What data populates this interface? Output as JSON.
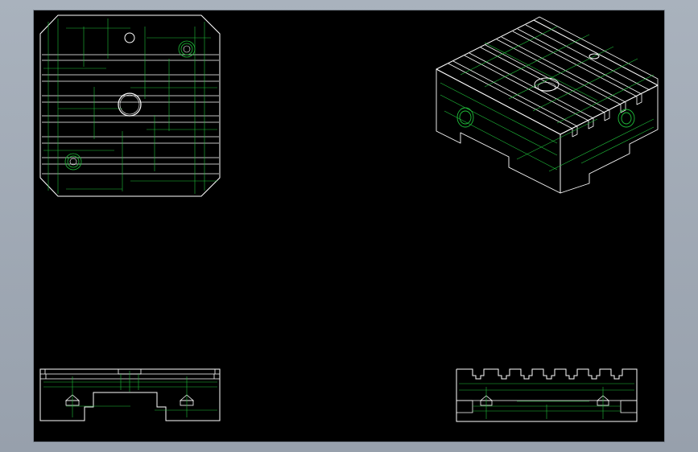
{
  "colors": {
    "background": "#9aa3ae",
    "sheet": "#000000",
    "outline": "#ffffff",
    "hidden_lines": "#1fbf3a",
    "annotation_magenta": "#ff2bff"
  },
  "views": [
    {
      "name": "top-view"
    },
    {
      "name": "isometric-view"
    },
    {
      "name": "front-section-view"
    },
    {
      "name": "side-view"
    }
  ],
  "labels": {
    "left": "",
    "right": ""
  }
}
